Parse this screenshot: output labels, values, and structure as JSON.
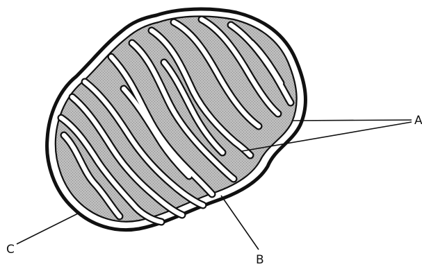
{
  "figure": {
    "labels": {
      "a": "A",
      "b": "B",
      "c": "C"
    }
  },
  "colors": {
    "ink": "#111111",
    "matrix": "#bdbdbd",
    "background": "#ffffff"
  }
}
